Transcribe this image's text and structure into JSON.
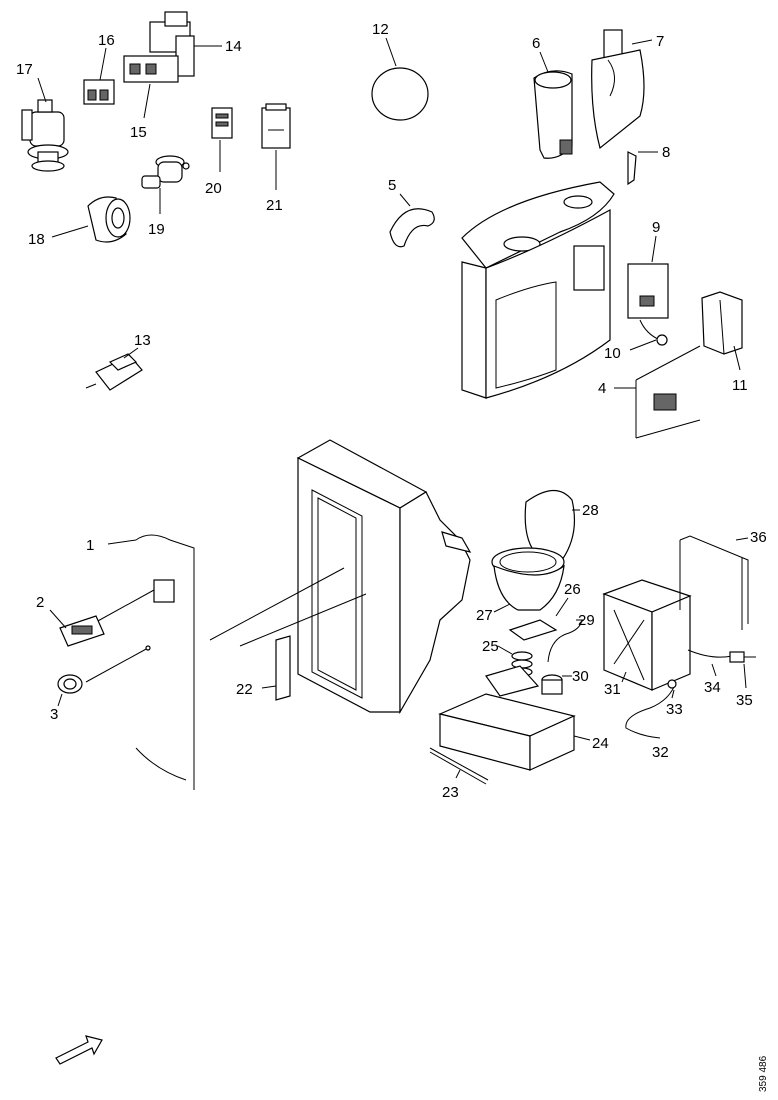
{
  "diagram": {
    "labels": {
      "l1": "1",
      "l2": "2",
      "l3": "3",
      "l4": "4",
      "l5": "5",
      "l6": "6",
      "l7": "7",
      "l8": "8",
      "l9": "9",
      "l10": "10",
      "l11": "11",
      "l12": "12",
      "l13": "13",
      "l14": "14",
      "l15": "15",
      "l16": "16",
      "l17": "17",
      "l18": "18",
      "l19": "19",
      "l20": "20",
      "l21": "21",
      "l22": "22",
      "l23": "23",
      "l24": "24",
      "l25": "25",
      "l26": "26",
      "l27": "27",
      "l28": "28",
      "l29": "29",
      "l30": "30",
      "l31": "31",
      "l32": "32",
      "l33": "33",
      "l34": "34",
      "l35": "35",
      "l36": "36"
    },
    "reference_code": "359 486"
  }
}
